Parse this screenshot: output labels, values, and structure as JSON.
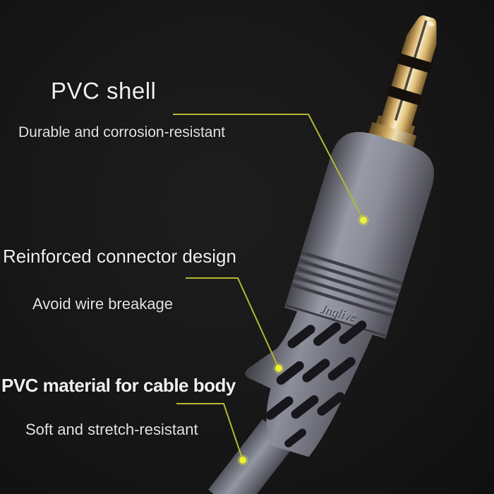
{
  "scene": {
    "background": "#161616",
    "product": {
      "brand_engraving": "Jnglive"
    },
    "callouts": [
      {
        "title": "PVC shell",
        "subtitle": "Durable and corrosion-resistant"
      },
      {
        "title": "Reinforced connector design",
        "subtitle": "Avoid wire breakage"
      },
      {
        "title": "PVC material for cable body",
        "subtitle": "Soft and stretch-resistant"
      }
    ],
    "colors": {
      "callout_line": "#b4b832",
      "callout_dot": "#eaf231",
      "heading_text": "#efefef",
      "subtitle_text": "#e3e3e3",
      "plug_gold": "#e9cf96",
      "connector_gray": "#8e8f9b",
      "cable_gray": "#9297a3"
    }
  }
}
